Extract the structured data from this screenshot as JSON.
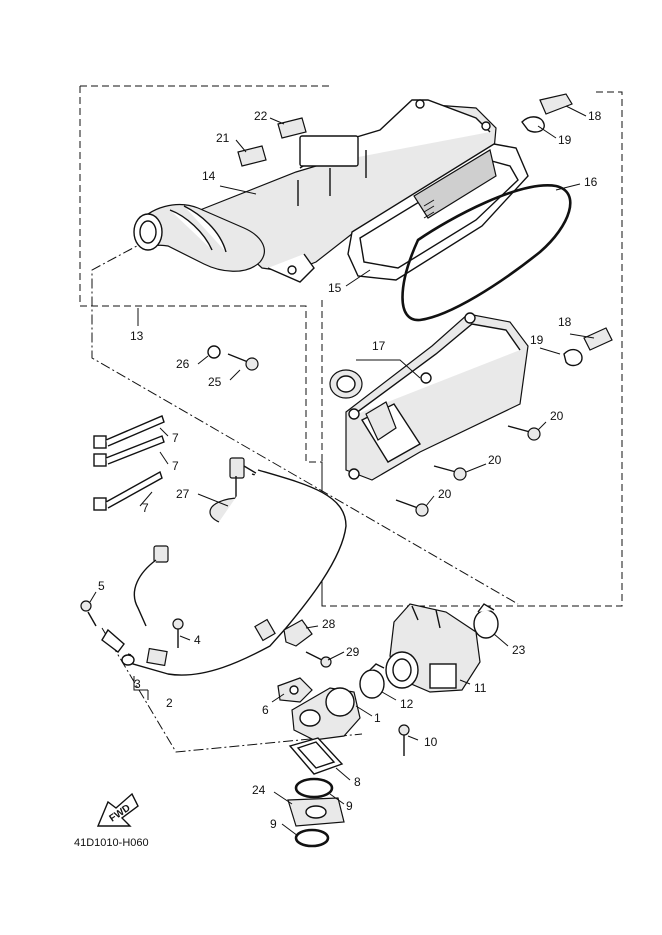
{
  "diagram": {
    "drawing_code": "41D1010-H060",
    "fwd_label": "FWD",
    "callouts": {
      "c1": "1",
      "c2": "2",
      "c3": "3",
      "c4": "4",
      "c5": "5",
      "c6": "6",
      "c7a": "7",
      "c7b": "7",
      "c7c": "7",
      "c8": "8",
      "c9a": "9",
      "c9b": "9",
      "c10": "10",
      "c11": "11",
      "c12": "12",
      "c13": "13",
      "c14": "14",
      "c15": "15",
      "c16": "16",
      "c17": "17",
      "c18a": "18",
      "c18b": "18",
      "c19a": "19",
      "c19b": "19",
      "c20a": "20",
      "c20b": "20",
      "c20c": "20",
      "c21": "21",
      "c22": "22",
      "c23": "23",
      "c24": "24",
      "c25": "25",
      "c26": "26",
      "c27": "27",
      "c28": "28",
      "c29": "29"
    }
  }
}
